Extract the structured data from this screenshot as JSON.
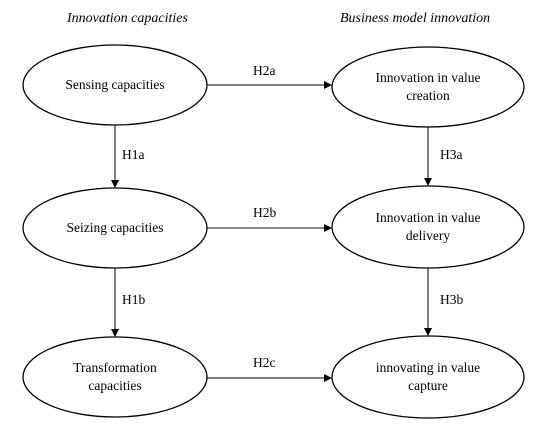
{
  "headings": {
    "left": "Innovation capacities",
    "right": "Business model innovation"
  },
  "nodes": {
    "sensing": "Sensing capacities",
    "seizing": "Seizing capacities",
    "transformation": "Transformation capacities",
    "value_creation": "Innovation in value creation",
    "value_delivery": "Innovation in value delivery",
    "value_capture": "innovating in value capture"
  },
  "edges": {
    "h1a": "H1a",
    "h1b": "H1b",
    "h2a": "H2a",
    "h2b": "H2b",
    "h2c": "H2c",
    "h3a": "H3a",
    "h3b": "H3b"
  }
}
